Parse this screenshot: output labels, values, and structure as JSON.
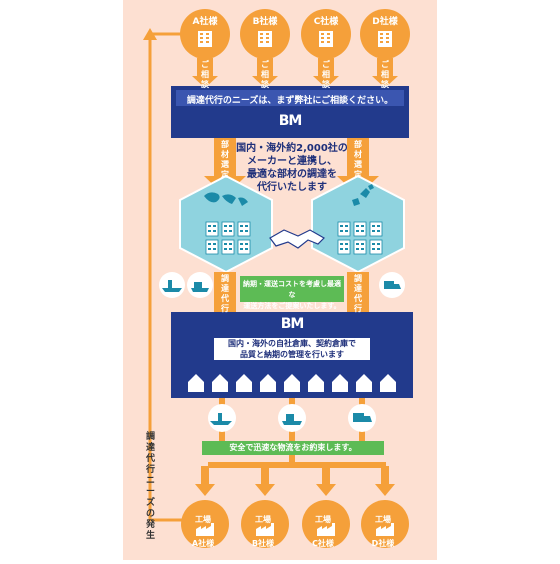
{
  "colors": {
    "background": "#fde0d2",
    "orange": "#f5a03a",
    "navy": "#223a8c",
    "teal": "#8fd3df",
    "green": "#5dbb55",
    "light_green": "#e8f5e1"
  },
  "companies": [
    "A社様",
    "B社様",
    "C社様",
    "D社様"
  ],
  "consult_label": "ご相談",
  "banner": {
    "text": "調達代行のニーズは、まず弊社にご相談ください。",
    "logo": "BM"
  },
  "selection_label": "部材選定",
  "center_message": [
    "国内・海外約2,000社の",
    "メーカーと連携し、",
    "最適な部材の調達を",
    "代行いたします"
  ],
  "proposal": [
    "納期・運送コストを考慮し最適な",
    "運送方法をご提案いたします。"
  ],
  "procurement_label": "調達代行",
  "warehouse": {
    "logo": "BM",
    "text": [
      "国内・海外の自社倉庫、契約倉庫で",
      "品質と納期の管理を行います"
    ]
  },
  "logistics_promise": "安全で迅速な物流をお約束します。",
  "factory_label": "工場",
  "factories": [
    "A社様",
    "B社様",
    "C社様",
    "D社様"
  ],
  "side_label": "調達代行ニーズの発生"
}
